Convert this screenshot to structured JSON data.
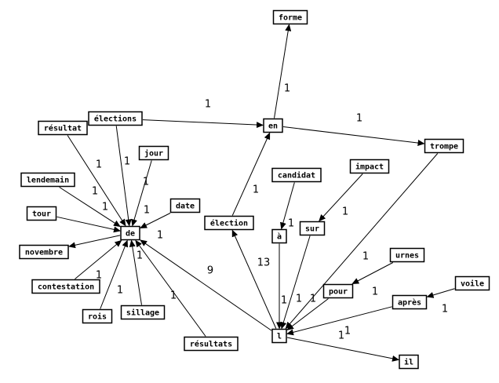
{
  "nodes": [
    {
      "id": "forme",
      "label": "forme"
    },
    {
      "id": "en",
      "label": "en"
    },
    {
      "id": "elections",
      "label": "élections"
    },
    {
      "id": "resultat",
      "label": "résultat"
    },
    {
      "id": "jour",
      "label": "jour"
    },
    {
      "id": "trompe",
      "label": "trompe"
    },
    {
      "id": "lendemain",
      "label": "lendemain"
    },
    {
      "id": "candidat",
      "label": "candidat"
    },
    {
      "id": "impact",
      "label": "impact"
    },
    {
      "id": "date",
      "label": "date"
    },
    {
      "id": "tour",
      "label": "tour"
    },
    {
      "id": "election",
      "label": "élection"
    },
    {
      "id": "de",
      "label": "de"
    },
    {
      "id": "a",
      "label": "à"
    },
    {
      "id": "sur",
      "label": "sur"
    },
    {
      "id": "novembre",
      "label": "novembre"
    },
    {
      "id": "urnes",
      "label": "urnes"
    },
    {
      "id": "contestation",
      "label": "contestation"
    },
    {
      "id": "pour",
      "label": "pour"
    },
    {
      "id": "voile",
      "label": "voile"
    },
    {
      "id": "apres",
      "label": "après"
    },
    {
      "id": "rois",
      "label": "rois"
    },
    {
      "id": "sillage",
      "label": "sillage"
    },
    {
      "id": "l",
      "label": "l"
    },
    {
      "id": "resultats",
      "label": "résultats"
    },
    {
      "id": "il",
      "label": "il"
    }
  ],
  "edges": [
    {
      "id": "en-forme",
      "from": "en",
      "to": "forme",
      "label": "1"
    },
    {
      "id": "elections-en",
      "from": "elections",
      "to": "en",
      "label": "1"
    },
    {
      "id": "en-trompe",
      "from": "en",
      "to": "trompe",
      "label": "1"
    },
    {
      "id": "election-en",
      "from": "election",
      "to": "en",
      "label": "1"
    },
    {
      "id": "resultat-de",
      "from": "resultat",
      "to": "de",
      "label": "1"
    },
    {
      "id": "elections-de",
      "from": "elections",
      "to": "de",
      "label": "1"
    },
    {
      "id": "jour-de",
      "from": "jour",
      "to": "de",
      "label": "1"
    },
    {
      "id": "lendemain-de",
      "from": "lendemain",
      "to": "de",
      "label": "1"
    },
    {
      "id": "tour-de",
      "from": "tour",
      "to": "de",
      "label": "1"
    },
    {
      "id": "date-de",
      "from": "date",
      "to": "de",
      "label": "1"
    },
    {
      "id": "de-novembre",
      "from": "de",
      "to": "novembre",
      "label": "1"
    },
    {
      "id": "contestation-de",
      "from": "contestation",
      "to": "de",
      "label": "1"
    },
    {
      "id": "rois-de",
      "from": "rois",
      "to": "de",
      "label": "1"
    },
    {
      "id": "sillage-de",
      "from": "sillage",
      "to": "de",
      "label": "1"
    },
    {
      "id": "resultats-de",
      "from": "resultats",
      "to": "de",
      "label": "1"
    },
    {
      "id": "l-de",
      "from": "l",
      "to": "de",
      "label": "9"
    },
    {
      "id": "l-election",
      "from": "l",
      "to": "election",
      "label": "13"
    },
    {
      "id": "candidat-a",
      "from": "candidat",
      "to": "a",
      "label": "1"
    },
    {
      "id": "a-l",
      "from": "a",
      "to": "l",
      "label": "1"
    },
    {
      "id": "impact-sur",
      "from": "impact",
      "to": "sur",
      "label": "1"
    },
    {
      "id": "sur-l",
      "from": "sur",
      "to": "l",
      "label": "1"
    },
    {
      "id": "trompe-l",
      "from": "trompe",
      "to": "l",
      "label": "1"
    },
    {
      "id": "urnes-pour",
      "from": "urnes",
      "to": "pour",
      "label": "1"
    },
    {
      "id": "pour-l",
      "from": "pour",
      "to": "l",
      "label": "1"
    },
    {
      "id": "voile-apres",
      "from": "voile",
      "to": "apres",
      "label": "1"
    },
    {
      "id": "apres-l",
      "from": "apres",
      "to": "l",
      "label": "1"
    },
    {
      "id": "l-il",
      "from": "l",
      "to": "il",
      "label": "1"
    }
  ]
}
